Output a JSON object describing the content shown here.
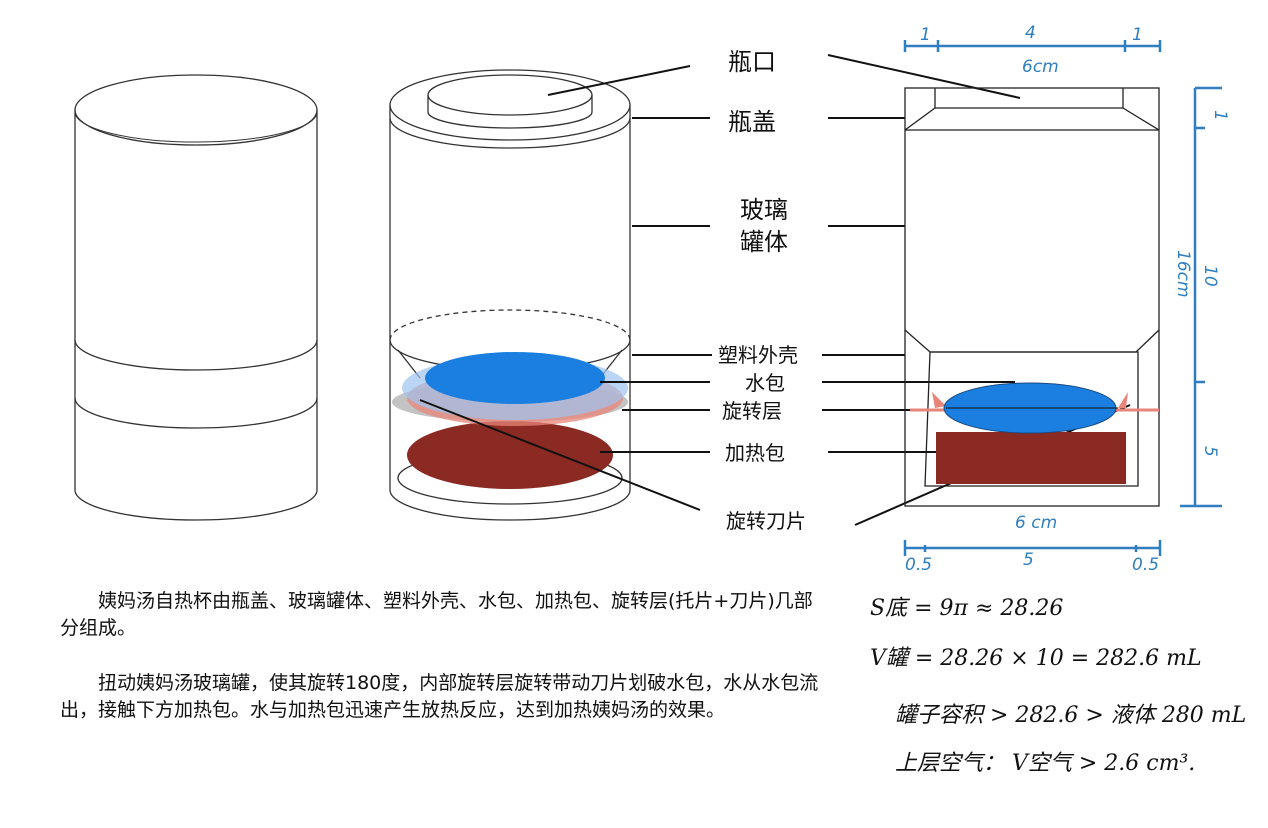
{
  "labels": {
    "mouth": "瓶口",
    "cap": "瓶盖",
    "glass_body_1": "玻璃",
    "glass_body_2": "罐体",
    "plastic_shell": "塑料外壳",
    "water_bag": "水包",
    "rotating_layer": "旋转层",
    "heating_pack": "加热包",
    "rotating_blade": "旋转刀片"
  },
  "dimensions": {
    "top_left": "1",
    "top_mid": "4",
    "top_right": "1",
    "top_total": "6cm",
    "right_top": "1",
    "right_mid": "10",
    "right_bottom": "5",
    "right_total": "16cm",
    "bottom_total": "6 cm",
    "bottom_left": "0.5",
    "bottom_mid": "5",
    "bottom_right": "0.5"
  },
  "description": {
    "para1": "姨妈汤自热杯由瓶盖、玻璃罐体、塑料外壳、水包、加热包、旋转层(托片+刀片)几部分组成。",
    "para2": "扭动姨妈汤玻璃罐，使其旋转180度，内部旋转层旋转带动刀片划破水包，水从水包流出，接触下方加热包。水与加热包迅速产生放热反应，达到加热姨妈汤的效果。"
  },
  "notes": [
    "S底 = 9π ≈ 28.26",
    "V罐 = 28.26 × 10 = 282.6 mL",
    "罐子容积 > 282.6 > 液体 280 mL",
    "上层空气： V空气 > 2.6 cm³."
  ],
  "colors": {
    "water": "#1a7fe0",
    "heat": "#8b2a22",
    "blade": "#e8857a",
    "dim": "#2f7fc0"
  }
}
